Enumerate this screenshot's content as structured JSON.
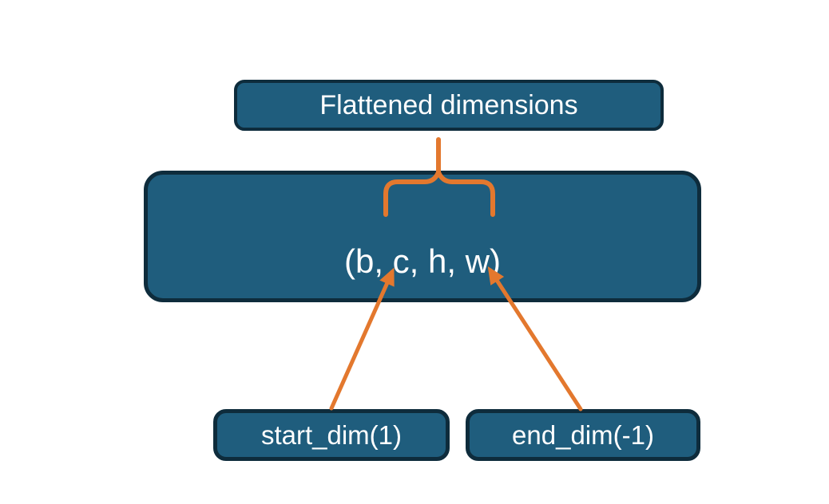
{
  "colors": {
    "node_fill": "#1F5D7D",
    "node_border": "#0E2C3C",
    "connector": "#E3782E",
    "node_text": "#FFFFFF",
    "background": "#FFFFFF"
  },
  "nodes": {
    "flattened_label": "Flattened dimensions",
    "tensor_shape": "(b, c, h, w)",
    "start_dim": "start_dim(1)",
    "end_dim": "end_dim(-1)"
  }
}
